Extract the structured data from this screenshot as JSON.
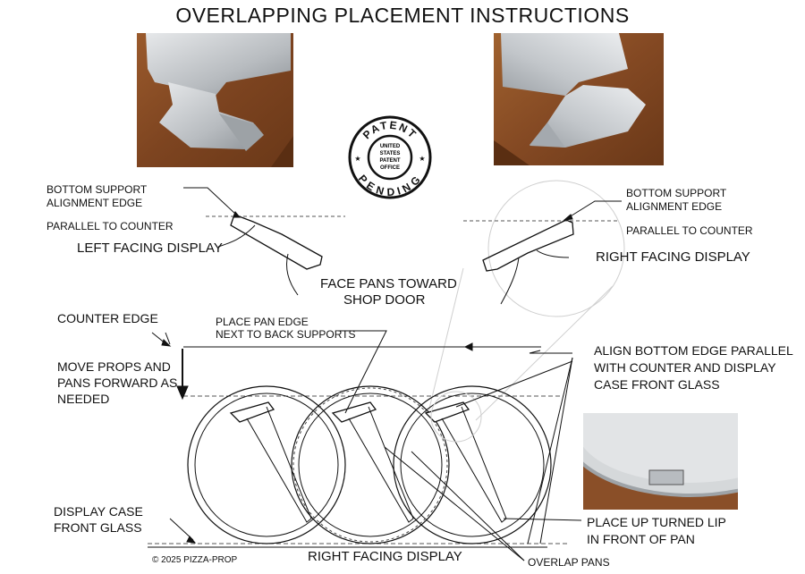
{
  "title": "OVERLAPPING PLACEMENT INSTRUCTIONS",
  "stamp": {
    "top": "PATENT",
    "center": [
      "UNITED",
      "STATES",
      "PATENT",
      "OFFICE"
    ],
    "bottom": "PENDING"
  },
  "left_detail": {
    "support_label_1": "BOTTOM SUPPORT",
    "support_label_2": "ALIGNMENT EDGE",
    "parallel": "PARALLEL TO COUNTER",
    "facing": "LEFT FACING DISPLAY"
  },
  "right_detail": {
    "support_label_1": "BOTTOM SUPPORT",
    "support_label_2": "ALIGNMENT EDGE",
    "parallel": "PARALLEL TO COUNTER",
    "facing": "RIGHT FACING DISPLAY"
  },
  "face_pans": [
    "FACE PANS TOWARD",
    "SHOP DOOR"
  ],
  "counter_edge": "COUNTER EDGE",
  "place_pan_edge": [
    "PLACE PAN EDGE",
    "NEXT TO BACK SUPPORTS"
  ],
  "move_props": [
    "MOVE PROPS AND",
    "PANS FORWARD AS",
    "NEEDED"
  ],
  "align_bottom": [
    "ALIGN BOTTOM EDGE PARALLEL",
    "WITH COUNTER AND DISPLAY",
    "CASE FRONT GLASS"
  ],
  "display_case": [
    "DISPLAY CASE",
    "FRONT GLASS"
  ],
  "place_lip": [
    "PLACE UP TURNED LIP",
    "IN FRONT OF PAN"
  ],
  "bottom_title": "RIGHT FACING DISPLAY",
  "overlap_pans": "OVERLAP PANS",
  "copyright": "© 2025 PIZZA-PROP",
  "colors": {
    "wood": "#8a4a22",
    "metal": "#c9ccd0",
    "ink": "#111111"
  }
}
